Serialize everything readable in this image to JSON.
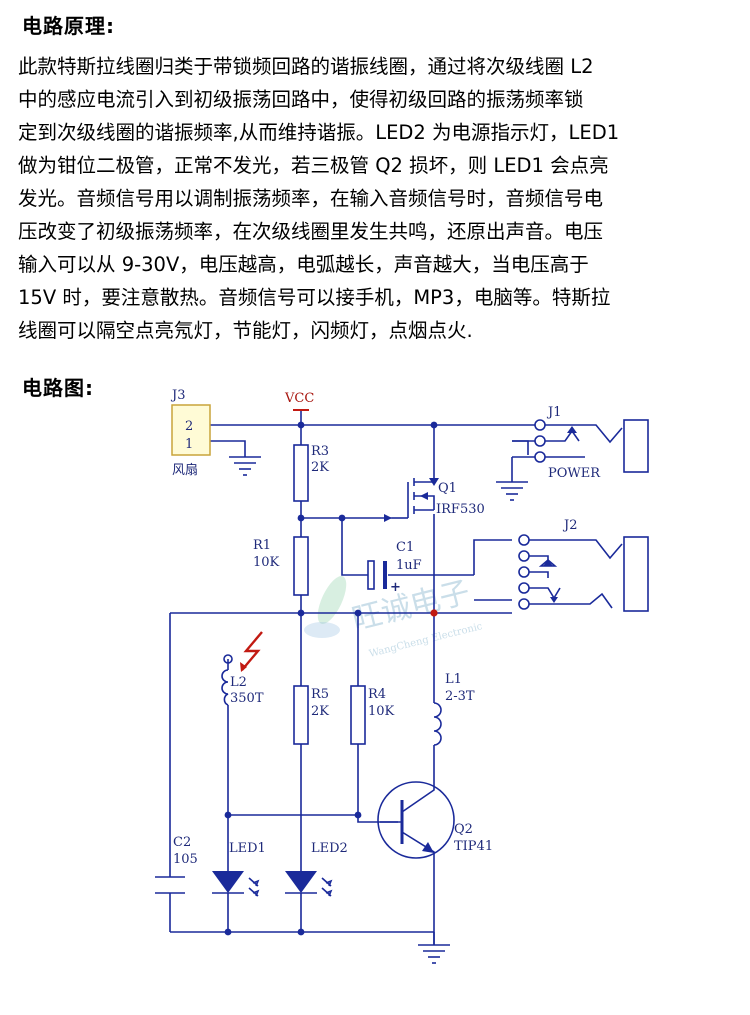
{
  "principle_title": "电路原理:",
  "principle_lines": [
    "此款特斯拉线圈归类于带锁频回路的谐振线圈，通过将次级线圈 L2",
    " 中的感应电流引入到初级振荡回路中，使得初级回路的振荡频率锁",
    "定到次级线圈的谐振频率,从而维持谐振。LED2 为电源指示灯，LED1",
    " 做为钳位二极管，正常不发光，若三极管 Q2 损坏，则 LED1 会点亮",
    "发光。音频信号用以调制振荡频率，在输入音频信号时，音频信号电",
    "压改变了初级振荡频率，在次级线圈里发生共鸣，还原出声音。电压",
    "输入可以从 9-30V，电压越高，电弧越长，声音越大，当电压高于",
    "15V 时，要注意散热。音频信号可以接手机，MP3，电脑等。特斯拉",
    "线圈可以隔空点亮氖灯，节能灯，闪频灯，点烟点火."
  ],
  "diagram_title": "电路图:",
  "diagram": {
    "vcc": "VCC",
    "j3": {
      "ref": "J3",
      "pin2": "2",
      "pin1": "1",
      "name": "风扇"
    },
    "r3": {
      "ref": "R3",
      "value": "2K"
    },
    "r1": {
      "ref": "R1",
      "value": "10K"
    },
    "r5": {
      "ref": "R5",
      "value": "2K"
    },
    "r4": {
      "ref": "R4",
      "value": "10K"
    },
    "q1": {
      "ref": "Q1",
      "value": "IRF530"
    },
    "q2": {
      "ref": "Q2",
      "value": "TIP41"
    },
    "c1": {
      "ref": "C1",
      "value": "1uF",
      "polarity": "+"
    },
    "c2": {
      "ref": "C2",
      "value": "105"
    },
    "l1": {
      "ref": "L1",
      "value": "2-3T"
    },
    "l2": {
      "ref": "L2",
      "value": "350T"
    },
    "led1": {
      "ref": "LED1"
    },
    "led2": {
      "ref": "LED2"
    },
    "j1": {
      "ref": "J1",
      "name": "POWER"
    },
    "j2": {
      "ref": "J2"
    },
    "watermark_cn": "旺诚电子",
    "watermark_en": "WangCheng Electronic",
    "colors": {
      "wire": "#1a2a9a",
      "label": "#1f2a7a",
      "accent": "#c21a12",
      "j3_fill": "#fffbd6",
      "j3_border": "#c9a43a"
    }
  }
}
